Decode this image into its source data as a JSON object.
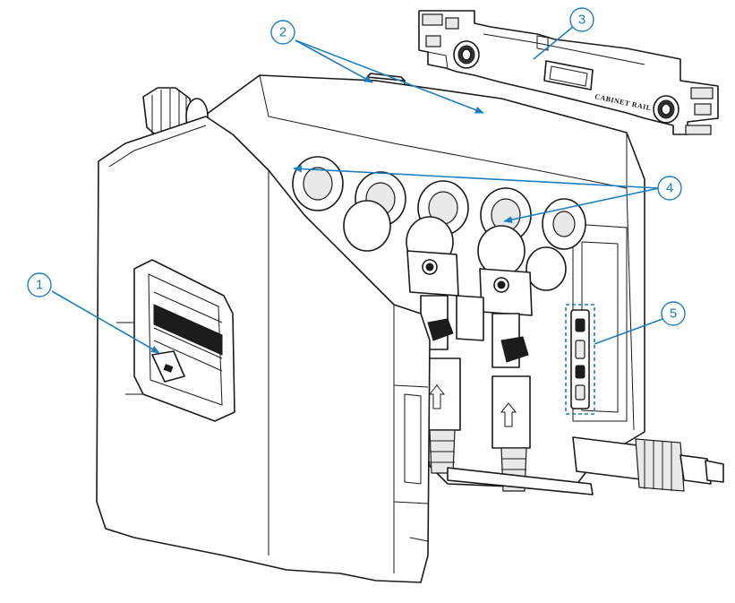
{
  "diagram": {
    "rail_text": "CABINET RAIL",
    "callouts": [
      {
        "number": "1"
      },
      {
        "number": "2"
      },
      {
        "number": "3"
      },
      {
        "number": "4"
      },
      {
        "number": "5"
      }
    ],
    "colors": {
      "callout": "#1b7fc2",
      "outline": "#1a1a1a",
      "background": "#ffffff"
    }
  }
}
